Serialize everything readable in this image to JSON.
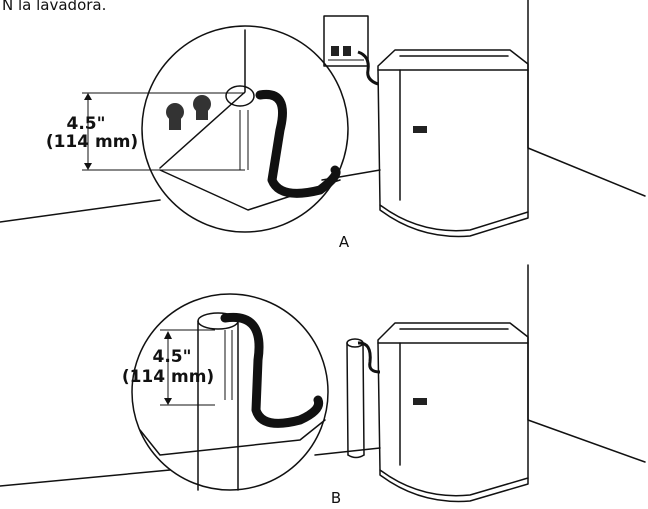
{
  "header_fragment": "Ñ la lavadora.",
  "figure_a": {
    "measure_in": "4.5\"",
    "measure_mm": "(114 mm)",
    "caption": "A"
  },
  "figure_b": {
    "measure_in": "4.5\"",
    "measure_mm": "(114 mm)",
    "caption": "B"
  }
}
